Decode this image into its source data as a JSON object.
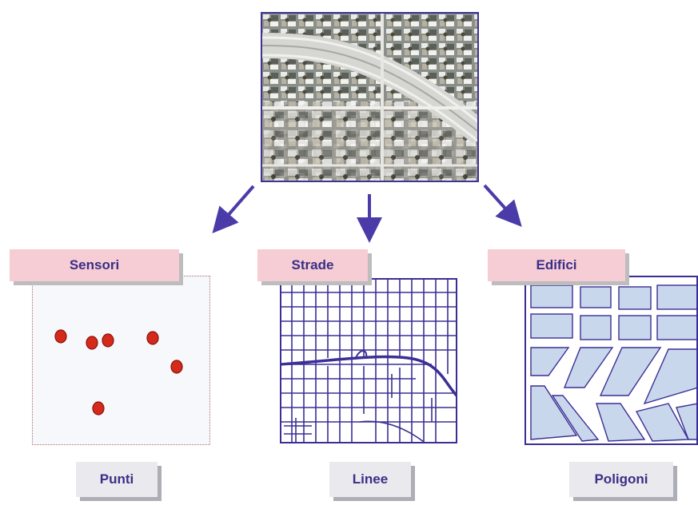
{
  "layers": {
    "points": {
      "label": "Sensori",
      "type_label": "Punti"
    },
    "lines": {
      "label": "Strade",
      "type_label": "Linee"
    },
    "polygons": {
      "label": "Edifici",
      "type_label": "Poligoni"
    }
  },
  "image": {
    "subject": "aerial-photo"
  },
  "colors": {
    "accent": "#3d3393",
    "label_bg": "#f6ccd5",
    "type_bg": "#e9e9ee",
    "points": "#d42a1c",
    "polygon_fill": "#c9d7ec"
  }
}
